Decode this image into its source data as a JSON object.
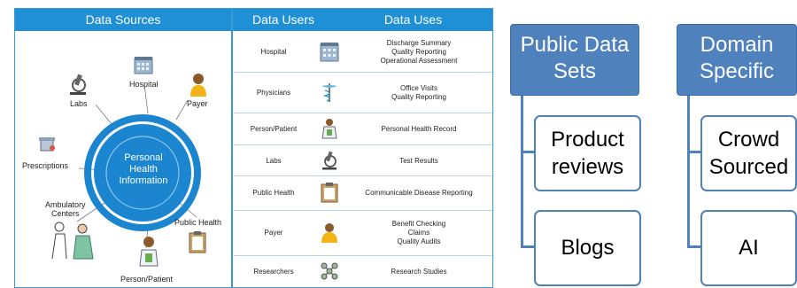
{
  "infographic": {
    "header": {
      "sources": "Data Sources",
      "users": "Data Users",
      "uses": "Data Uses"
    },
    "center": {
      "line1": "Personal",
      "line2": "Health",
      "line3": "Information"
    },
    "sources": {
      "hospital": "Hospital",
      "labs": "Labs",
      "payer": "Payer",
      "prescriptions": "Prescriptions",
      "ambulatory_line1": "Ambulatory",
      "ambulatory_line2": "Centers",
      "public_health": "Public Health",
      "person_patient": "Person/Patient"
    },
    "rows": [
      {
        "user": "Hospital",
        "icon": "hospital-icon",
        "uses": [
          "Discharge Summary",
          "Quality Reporting",
          "Operational Assessment"
        ]
      },
      {
        "user": "Physicians",
        "icon": "caduceus-icon",
        "uses": [
          "Office Visits",
          "Quality Reporting"
        ]
      },
      {
        "user": "Person/Patient",
        "icon": "patient-icon",
        "uses": [
          "Personal Health Record"
        ]
      },
      {
        "user": "Labs",
        "icon": "microscope-icon",
        "uses": [
          "Test Results"
        ]
      },
      {
        "user": "Public Health",
        "icon": "clipboard-icon",
        "uses": [
          "Communicable Disease Reporting"
        ]
      },
      {
        "user": "Payer",
        "icon": "payer-person-icon",
        "uses": [
          "Benefit Checking",
          "Claims",
          "Quality Audits"
        ]
      },
      {
        "user": "Researchers",
        "icon": "molecule-icon",
        "uses": [
          "Research Studies"
        ]
      }
    ]
  },
  "trees": {
    "public": {
      "head_line1": "Public Data",
      "head_line2": "Sets",
      "child1_line1": "Product",
      "child1_line2": "reviews",
      "child2": "Blogs"
    },
    "domain": {
      "head_line1": "Domain",
      "head_line2": "Specific",
      "child1_line1": "Crowd",
      "child1_line2": "Sourced",
      "child2": "AI"
    }
  },
  "colors": {
    "header_blue": "#1f8fd6",
    "circle_blue": "#1b86cf",
    "tree_blue": "#4f81bd"
  }
}
